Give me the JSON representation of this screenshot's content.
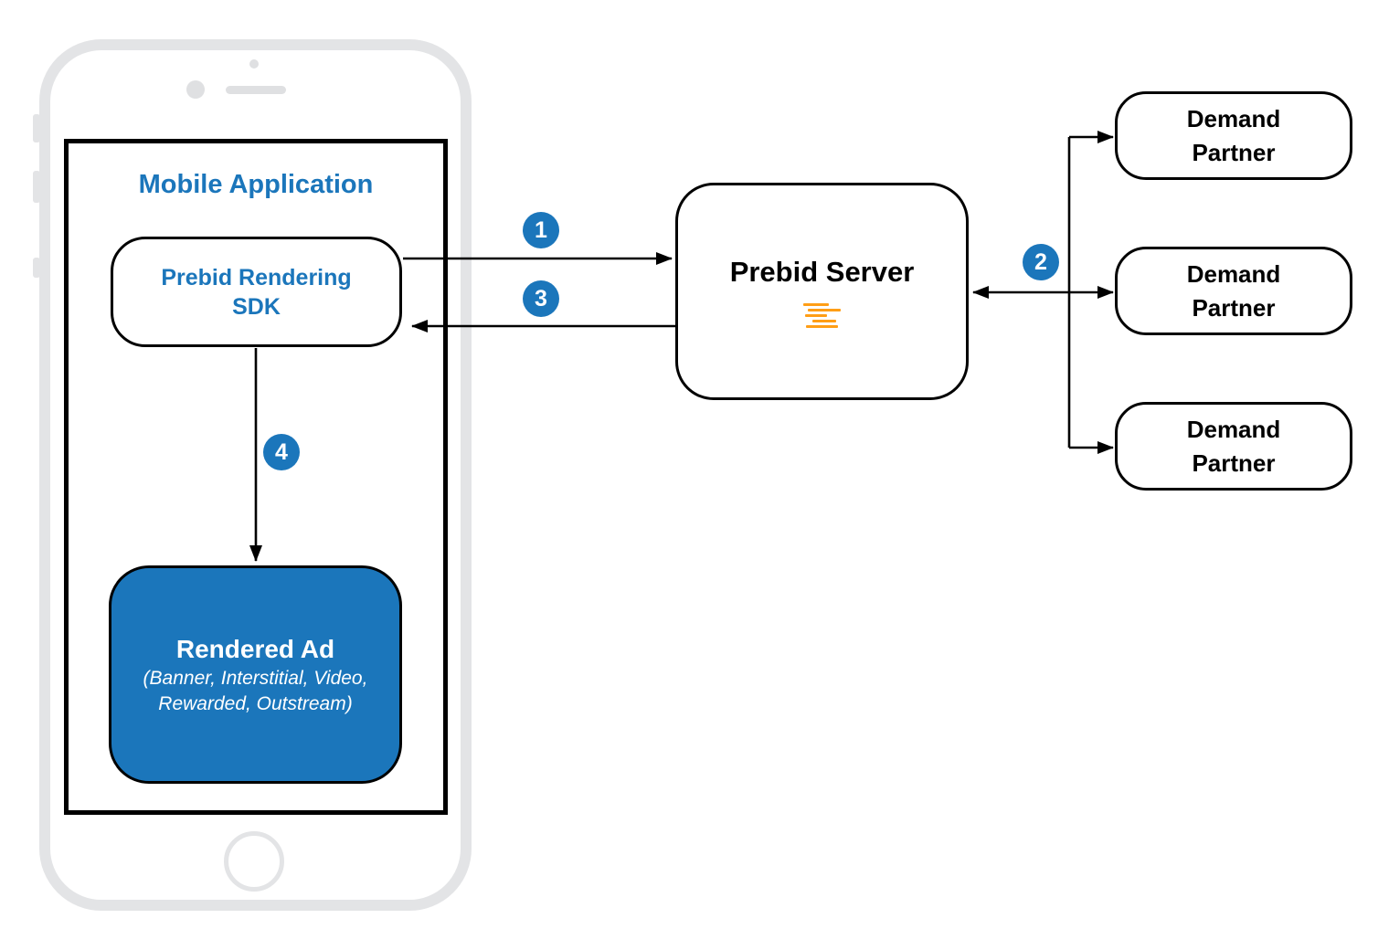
{
  "app": {
    "title": "Mobile Application"
  },
  "sdk": {
    "label": "Prebid Rendering\nSDK"
  },
  "server": {
    "title": "Prebid Server"
  },
  "ad": {
    "title": "Rendered Ad",
    "subtitle": "(Banner, Interstitial, Video,\nRewarded, Outstream)"
  },
  "demand_partners": [
    {
      "label": "Demand\nPartner"
    },
    {
      "label": "Demand\nPartner"
    },
    {
      "label": "Demand\nPartner"
    }
  ],
  "steps": [
    "1",
    "2",
    "3",
    "4"
  ],
  "icons": {
    "prebid_logo_icon": "five stacked offset orange horizontal bars",
    "camera_icon": "gray dot",
    "speaker_icon": "gray rounded bar",
    "home_button_icon": "gray ring circle"
  },
  "colors": {
    "accent_blue": "#1B76BB",
    "logo_orange": "#FF9E16",
    "line_black": "#000000",
    "phone_gray": "#E3E4E6",
    "text_white": "#FFFFFF",
    "background": "#FFFFFF"
  }
}
